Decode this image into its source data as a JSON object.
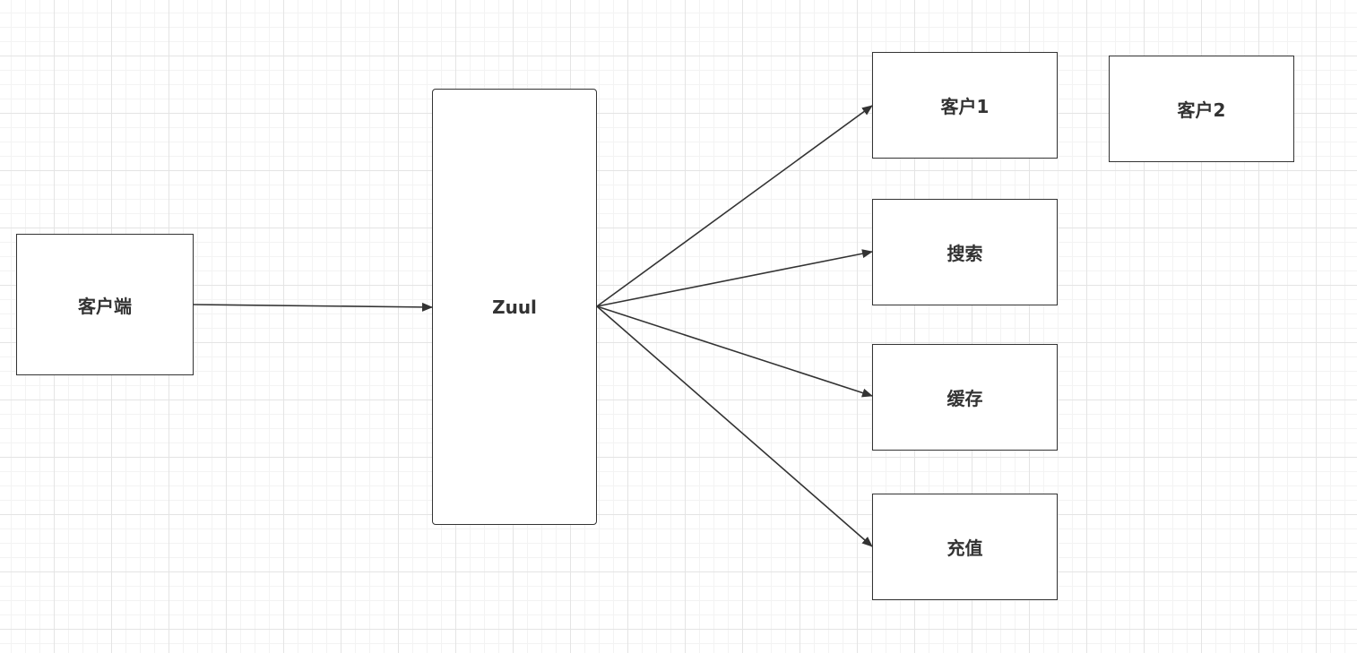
{
  "nodes": {
    "client": {
      "label": "客户端"
    },
    "zuul": {
      "label": "Zuul"
    },
    "customer1": {
      "label": "客户1"
    },
    "customer2": {
      "label": "客户2"
    },
    "search": {
      "label": "搜索"
    },
    "cache": {
      "label": "缓存"
    },
    "recharge": {
      "label": "充值"
    }
  },
  "edges": [
    {
      "from": "client",
      "to": "zuul"
    },
    {
      "from": "zuul",
      "to": "customer1"
    },
    {
      "from": "zuul",
      "to": "search"
    },
    {
      "from": "zuul",
      "to": "cache"
    },
    {
      "from": "zuul",
      "to": "recharge"
    }
  ],
  "colors": {
    "stroke": "#333333",
    "text": "#333333",
    "grid": "#e4e4e4",
    "background": "#ffffff"
  }
}
